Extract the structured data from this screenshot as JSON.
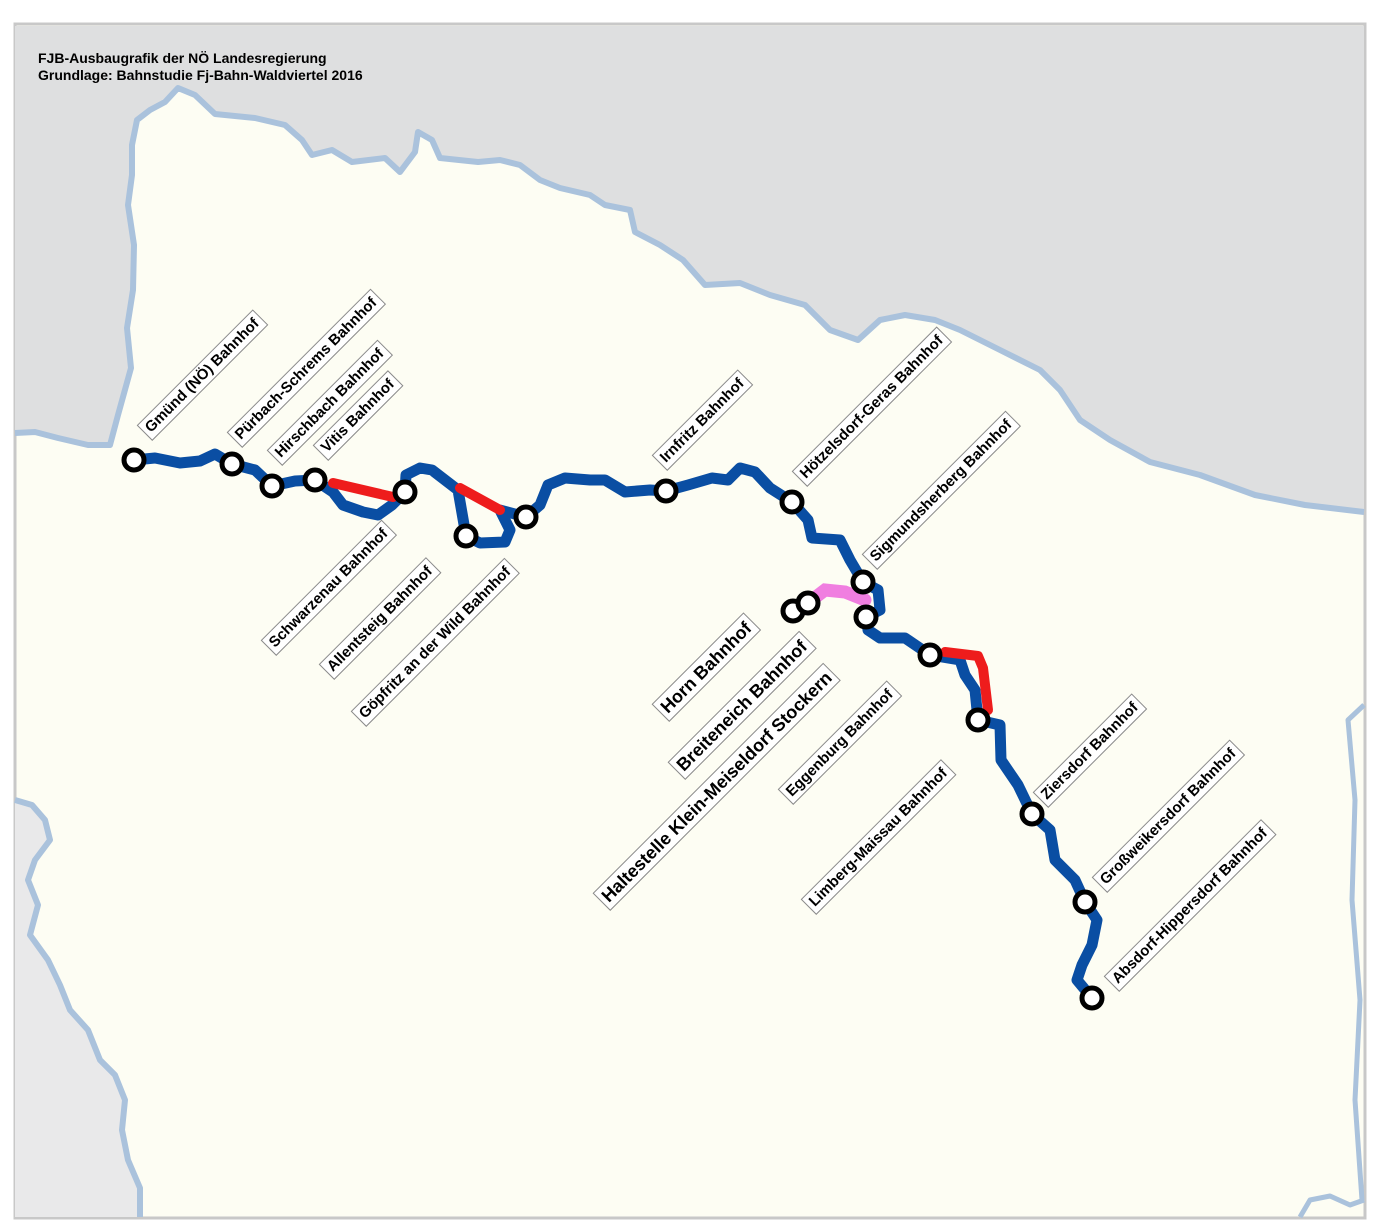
{
  "header": {
    "line1": "FJB-Ausbaugrafik der NÖ Landesregierung",
    "line2": "Grundlage: Bahnstudie Fj-Bahn-Waldviertel 2016"
  },
  "colors": {
    "land": "#fdfdf3",
    "neighbour_north": "#dedfe0",
    "neighbour_southwest": "#e9e9ea",
    "border": "#aac2dc",
    "track_existing": "#0a4ea3",
    "track_new": "#ee1c1c",
    "track_connection": "#f07ee0",
    "station_fill": "#ffffff",
    "station_stroke": "#000000"
  },
  "stations": [
    {
      "id": "gmuend",
      "label": "Gmünd (NÖ) Bahnhof"
    },
    {
      "id": "puerbach",
      "label": "Pürbach-Schrems Bahnhof"
    },
    {
      "id": "hirschbach",
      "label": "Hirschbach Bahnhof"
    },
    {
      "id": "vitis",
      "label": "Vitis Bahnhof"
    },
    {
      "id": "schwarzenau",
      "label": "Schwarzenau Bahnhof"
    },
    {
      "id": "allentsteig",
      "label": "Allentsteig Bahnhof"
    },
    {
      "id": "goepfritz",
      "label": "Göpfritz an der Wild Bahnhof"
    },
    {
      "id": "irnfritz",
      "label": "Irnfritz Bahnhof"
    },
    {
      "id": "hoetzelsdorf",
      "label": "Hötzelsdorf-Geras Bahnhof"
    },
    {
      "id": "sigmundsherberg",
      "label": "Sigmundsherberg Bahnhof"
    },
    {
      "id": "horn",
      "label": "Horn Bahnhof"
    },
    {
      "id": "breiteneich",
      "label": "Breiteneich Bahnhof"
    },
    {
      "id": "kleinmeiseldorf",
      "label": "Haltestelle Klein-Meiseldorf Stockern"
    },
    {
      "id": "eggenburg",
      "label": "Eggenburg Bahnhof"
    },
    {
      "id": "limberg",
      "label": "Limberg-Maissau Bahnhof"
    },
    {
      "id": "ziersdorf",
      "label": "Ziersdorf Bahnhof"
    },
    {
      "id": "grossweikersdorf",
      "label": "Großweikersdorf Bahnhof"
    },
    {
      "id": "absdorf",
      "label": "Absdorf-Hippersdorf Bahnhof"
    }
  ]
}
